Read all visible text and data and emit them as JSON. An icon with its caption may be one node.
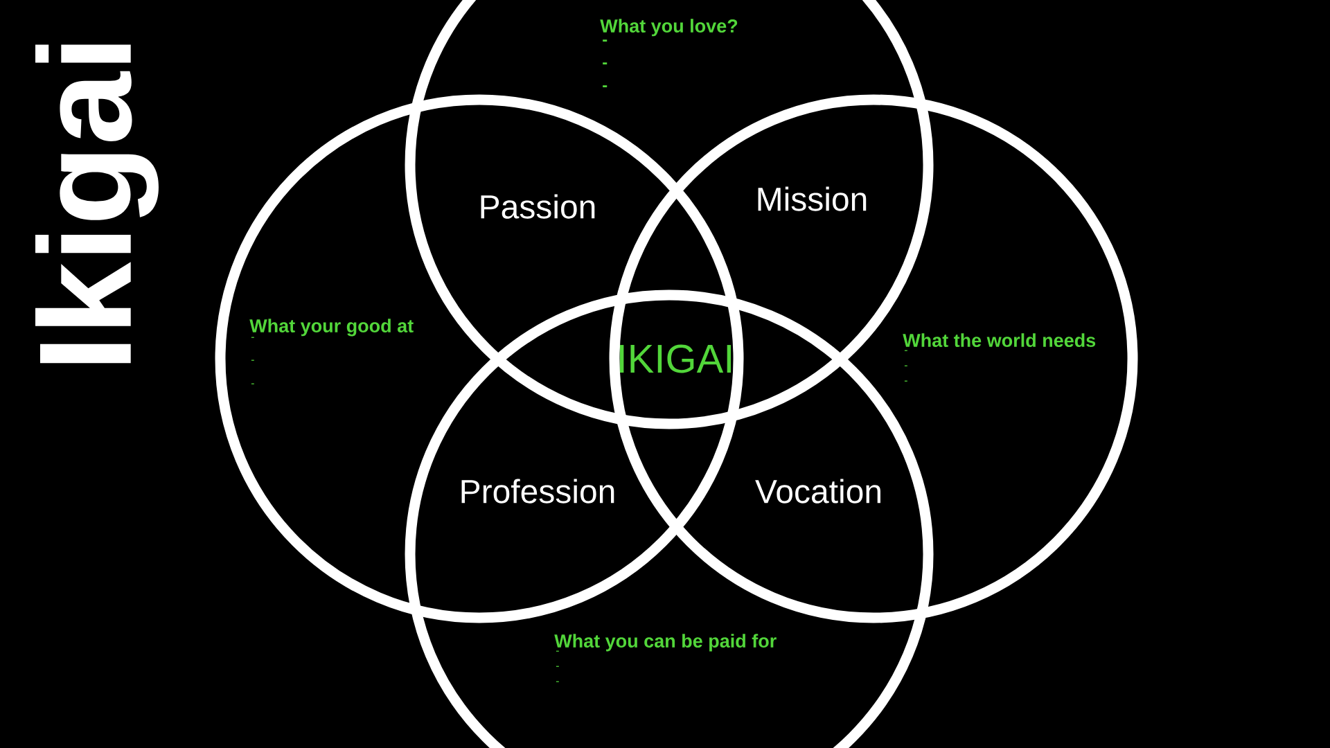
{
  "diagram": {
    "title": "Ikigai",
    "nodes": [
      {
        "text": [
          "What you love?",
          "-",
          "-",
          "-"
        ]
      },
      {
        "text": [
          "What your good at",
          "-",
          "-",
          "-"
        ]
      },
      {
        "text": [
          "What the world needs",
          "-",
          "-",
          "-"
        ]
      },
      {
        "text": [
          "What you can be paid for",
          "-",
          "-",
          "-"
        ]
      }
    ],
    "labels": [
      "Passion",
      "Mission",
      "IKIGAI",
      "Profession",
      "Vocation"
    ]
  }
}
